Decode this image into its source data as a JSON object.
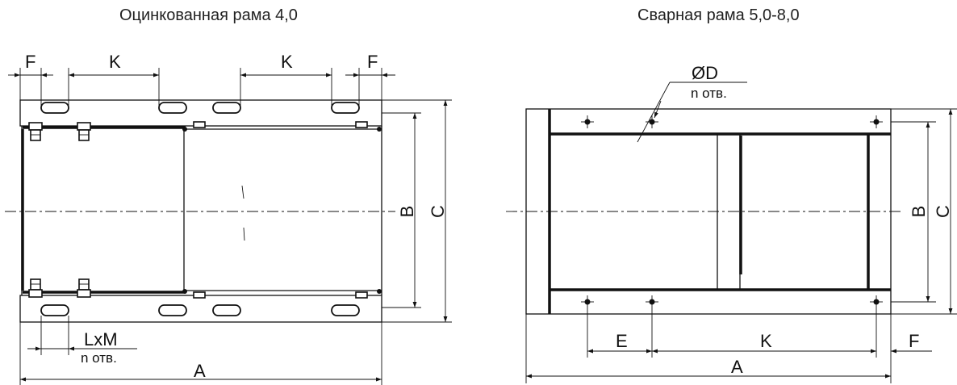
{
  "views": {
    "galvanized": {
      "title": "Оцинкованная рама 4,0",
      "dims": {
        "F": "F",
        "K": "K",
        "B": "B",
        "C": "C",
        "A": "A",
        "LxM": "LxM",
        "holes": "n отв."
      }
    },
    "welded": {
      "title": "Сварная рама 5,0-8,0",
      "dims": {
        "D": "ØD",
        "holes": "n отв.",
        "B": "B",
        "C": "C",
        "E": "E",
        "K": "K",
        "F": "F",
        "A": "A"
      }
    }
  }
}
